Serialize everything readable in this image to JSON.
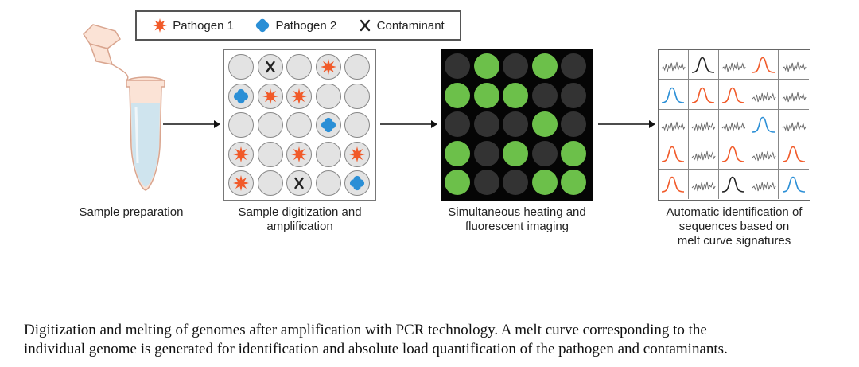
{
  "legend": {
    "items": [
      {
        "label": "Pathogen 1",
        "icon": "starburst-icon",
        "color": "#f15a29"
      },
      {
        "label": "Pathogen 2",
        "icon": "blob-icon",
        "color": "#2b8fd6"
      },
      {
        "label": "Contaminant",
        "icon": "x-mark-icon",
        "color": "#222222"
      }
    ]
  },
  "steps": [
    {
      "caption": "Sample preparation"
    },
    {
      "caption_line1": "Sample digitization and",
      "caption_line2": "amplification"
    },
    {
      "caption_line1": "Simultaneous heating and",
      "caption_line2": "fluorescent imaging"
    },
    {
      "caption_line1": "Automatic identification of",
      "caption_line2": "sequences based on",
      "caption_line3": "melt curve signatures"
    }
  ],
  "digitization_grid": [
    [
      "empty",
      "contaminant",
      "empty",
      "pathogen1",
      "empty"
    ],
    [
      "pathogen2",
      "pathogen1",
      "pathogen1",
      "empty",
      "empty"
    ],
    [
      "empty",
      "empty",
      "empty",
      "pathogen2",
      "empty"
    ],
    [
      "pathogen1",
      "empty",
      "pathogen1",
      "empty",
      "pathogen1"
    ],
    [
      "pathogen1",
      "empty",
      "contaminant",
      "empty",
      "pathogen2"
    ]
  ],
  "fluorescence_grid": [
    [
      0,
      1,
      0,
      1,
      0
    ],
    [
      1,
      1,
      1,
      0,
      0
    ],
    [
      0,
      0,
      0,
      1,
      0
    ],
    [
      1,
      0,
      1,
      0,
      1
    ],
    [
      1,
      0,
      0,
      1,
      1
    ]
  ],
  "melt_grid": [
    [
      "noise",
      "black",
      "noise",
      "orange",
      "noise"
    ],
    [
      "blue",
      "orange",
      "orange",
      "noise",
      "noise"
    ],
    [
      "noise",
      "noise",
      "noise",
      "blue",
      "noise"
    ],
    [
      "orange",
      "noise",
      "orange",
      "noise",
      "orange"
    ],
    [
      "orange",
      "noise",
      "black",
      "noise",
      "blue"
    ]
  ],
  "colors": {
    "pathogen1": "#f15a29",
    "pathogen2": "#2b8fd6",
    "contaminant": "#222222",
    "fluor_on": "#6cc04a",
    "fluor_off": "#333333",
    "tube_body": "#fbe3d6",
    "tube_liquid": "#cfe4ee"
  },
  "figure_caption": {
    "line1": "Digitization and melting of genomes after amplification with PCR technology. A melt curve corresponding to the",
    "line2": "individual genome is generated for identification and absolute load quantification of the pathogen and contaminants."
  }
}
